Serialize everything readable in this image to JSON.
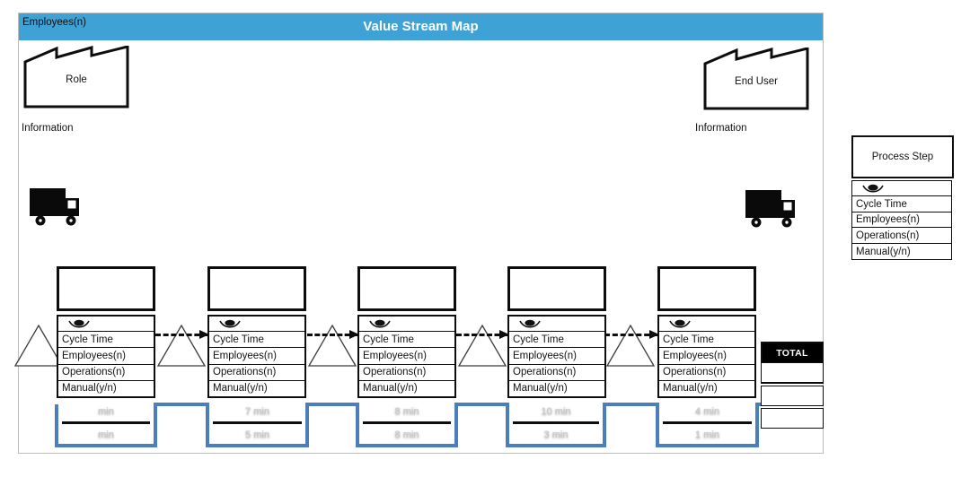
{
  "colors": {
    "header_bg": "#3fa2d7",
    "timeline_blue": "#4a7ebc",
    "shape_stroke": "#0d0d0d",
    "total_header_bg": "#000000"
  },
  "header": {
    "corner_label": "Employees(n)",
    "title": "Value Stream Map"
  },
  "entities": {
    "left_factory_label": "Role",
    "right_factory_label": "End User",
    "left_information_label": "Information",
    "right_information_label": "Information"
  },
  "process_steps": [
    {
      "fields": [
        "Cycle Time",
        "Employees(n)",
        "Operations(n)",
        "Manual(y/n)"
      ]
    },
    {
      "fields": [
        "Cycle Time",
        "Employees(n)",
        "Operations(n)",
        "Manual(y/n)"
      ]
    },
    {
      "fields": [
        "Cycle Time",
        "Employees(n)",
        "Operations(n)",
        "Manual(y/n)"
      ]
    },
    {
      "fields": [
        "Cycle Time",
        "Employees(n)",
        "Operations(n)",
        "Manual(y/n)"
      ]
    },
    {
      "fields": [
        "Cycle Time",
        "Employees(n)",
        "Operations(n)",
        "Manual(y/n)"
      ]
    }
  ],
  "timeline": {
    "sections": [
      {
        "top": "min",
        "bottom": "min"
      },
      {
        "top": "7 min",
        "bottom": "5 min"
      },
      {
        "top": "8 min",
        "bottom": "8 min"
      },
      {
        "top": "10 min",
        "bottom": "3 min"
      },
      {
        "top": "4 min",
        "bottom": "1 min"
      }
    ]
  },
  "total": {
    "label": "TOTAL",
    "cells": [
      "",
      "",
      ""
    ]
  },
  "legend": {
    "title": "Process Step",
    "fields": [
      "Cycle Time",
      "Employees(n)",
      "Operations(n)",
      "Manual(y/n)"
    ]
  }
}
